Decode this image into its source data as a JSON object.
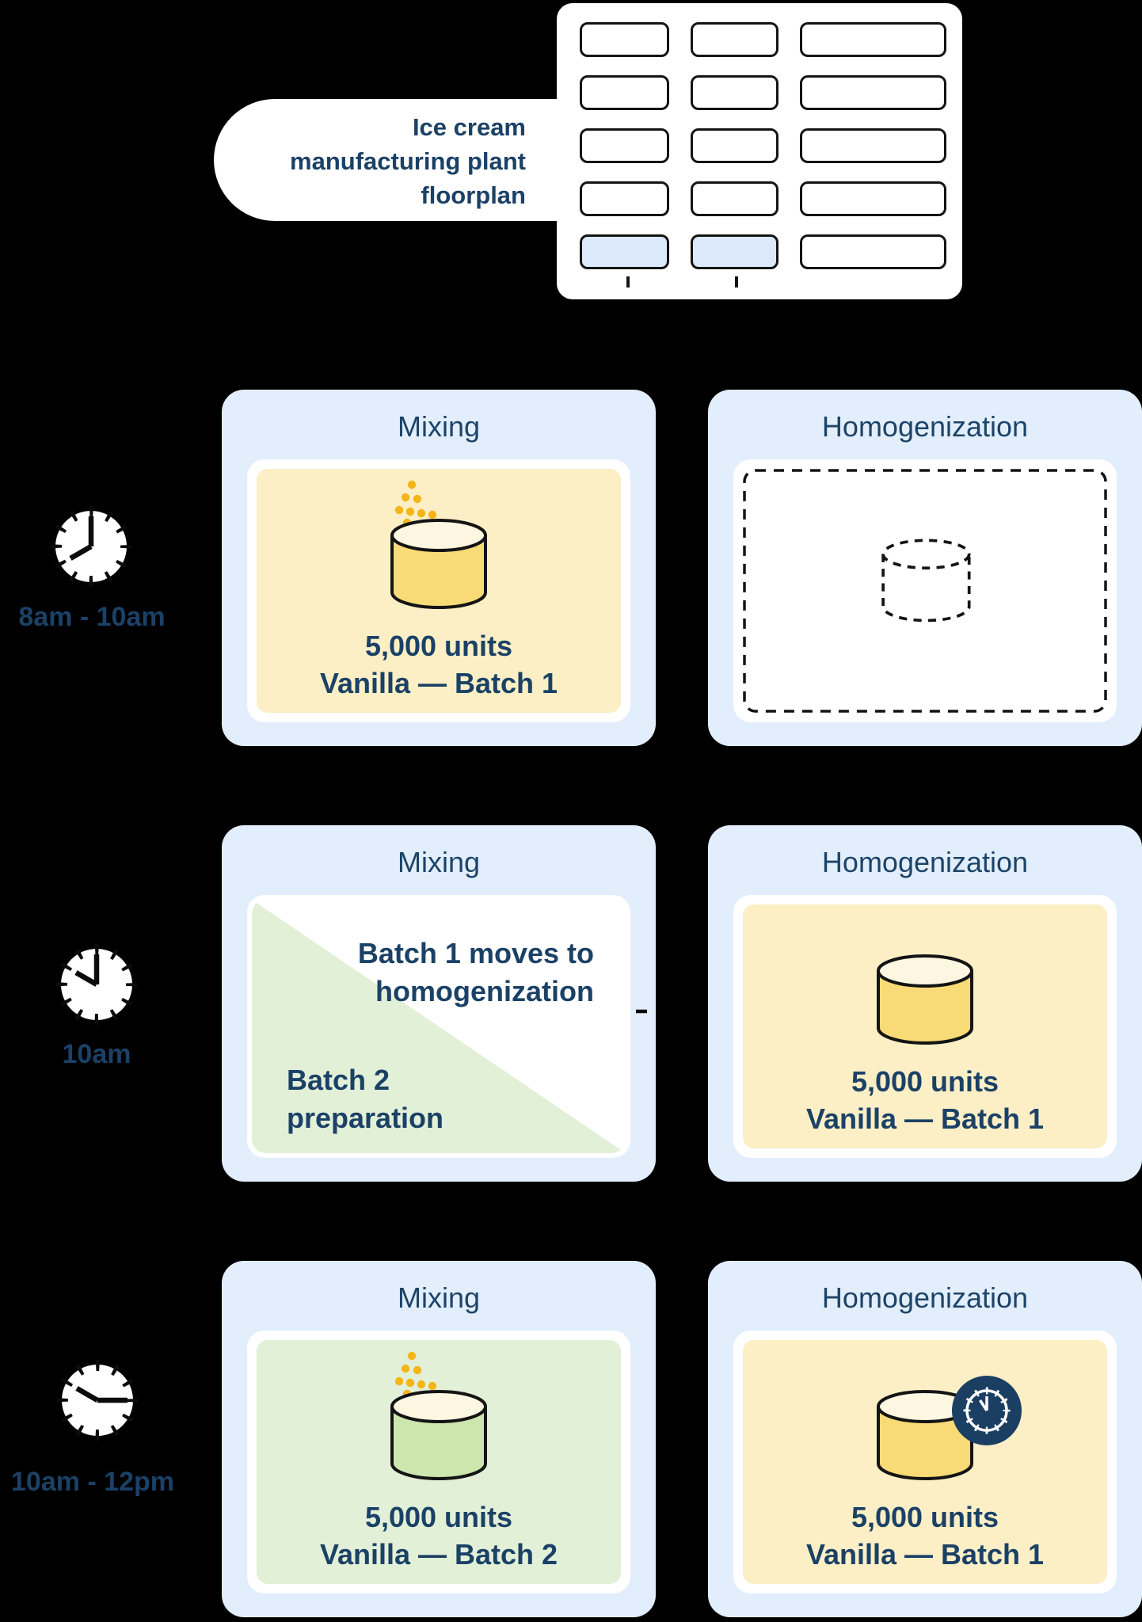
{
  "floorplan": {
    "label": "Ice cream manufacturing plant floorplan",
    "grid": {
      "rows": 5,
      "cols": 3,
      "highlighted": [
        [
          4,
          0
        ],
        [
          4,
          1
        ]
      ]
    }
  },
  "timeline": [
    {
      "time": "8am - 10am",
      "clock_time": "8:00",
      "mixing": {
        "title": "Mixing",
        "units": "5,000 units",
        "batch": "Vanilla — Batch 1",
        "state": "active-yellow"
      },
      "homogenization": {
        "title": "Homogenization",
        "state": "empty"
      }
    },
    {
      "time": "10am",
      "clock_time": "10:00",
      "mixing": {
        "title": "Mixing",
        "transfer_lines": [
          "Batch 1 moves to",
          "homogenization"
        ],
        "prep_lines": [
          "Batch 2",
          "preparation"
        ],
        "state": "transition"
      },
      "homogenization": {
        "title": "Homogenization",
        "units": "5,000 units",
        "batch": "Vanilla — Batch 1",
        "state": "active-yellow"
      }
    },
    {
      "time": "10am - 12pm",
      "clock_time": "10:15",
      "mixing": {
        "title": "Mixing",
        "units": "5,000 units",
        "batch": "Vanilla — Batch 2",
        "state": "active-green"
      },
      "homogenization": {
        "title": "Homogenization",
        "units": "5,000 units",
        "batch": "Vanilla — Batch 1",
        "state": "active-yellow-timer"
      }
    }
  ],
  "colors": {
    "background": "#000000",
    "card_blue": "#e2eefc",
    "panel_yellow": "#fcefc6",
    "panel_green": "#e3f0d8",
    "vat_yellow": "#f8da76",
    "vat_green": "#cde6ae",
    "vat_cream": "#fdf6e0",
    "sprinkle": "#f4b51a",
    "navy": "#1b4166",
    "navy_header": "#1d4468",
    "badge_navy": "#1b3f63",
    "cell_highlight": "#dbe9fb",
    "outline": "#141414"
  }
}
